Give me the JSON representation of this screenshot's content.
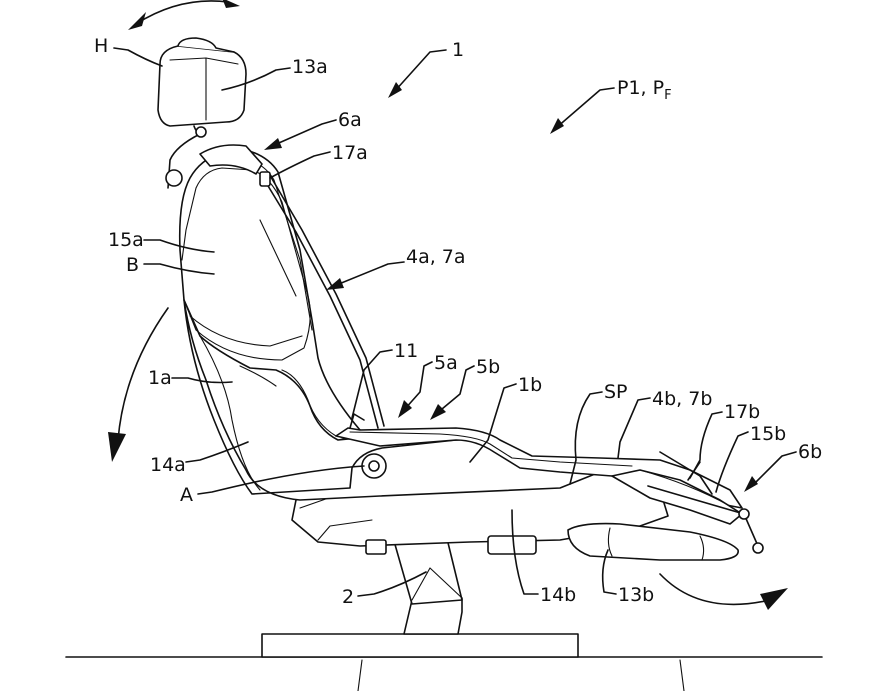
{
  "figure": {
    "labels": {
      "H": "H",
      "n13a": "13a",
      "n1": "1",
      "p1pf_main": "P1, P",
      "p1pf_sub": "F",
      "n6a": "6a",
      "n17a": "17a",
      "n15a": "15a",
      "B": "B",
      "n4a7a": "4a, 7a",
      "n11": "11",
      "n5a": "5a",
      "n5b": "5b",
      "n1b": "1b",
      "SP": "SP",
      "n4b7b": "4b, 7b",
      "n17b": "17b",
      "n1a": "1a",
      "n15b": "15b",
      "n6b": "6b",
      "n14a": "14a",
      "A": "A",
      "n2": "2",
      "n14b": "14b",
      "n13b": "13b"
    },
    "colors": {
      "line": "#111111",
      "background": "#ffffff"
    }
  }
}
